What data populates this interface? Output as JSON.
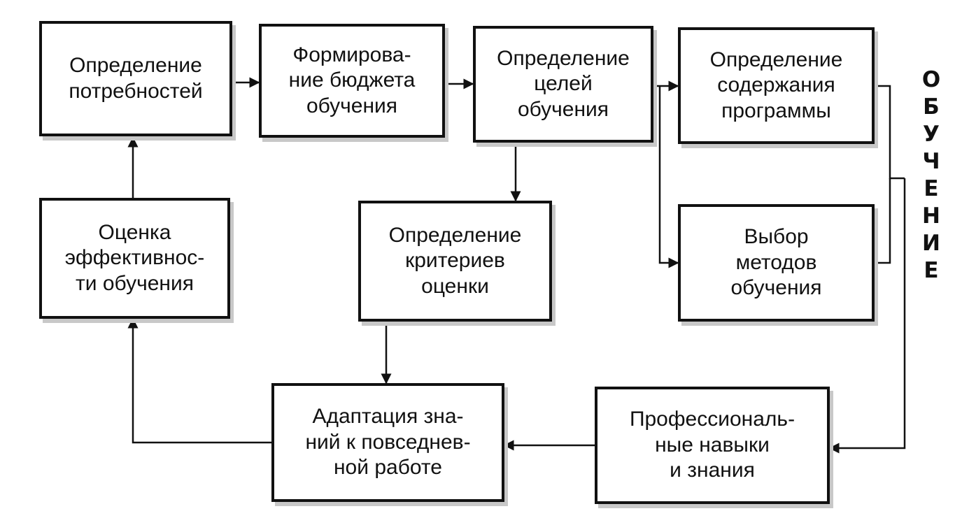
{
  "colors": {
    "border": "#111111",
    "shadow": "#c8c8c8",
    "background": "#ffffff"
  },
  "nodes": {
    "needs": "Определение\nпотребностей",
    "budget": "Формирова-\nние бюджета\nобучения",
    "goals": "Определение\nцелей\nобучения",
    "content": "Определение\nсодержания\nпрограммы",
    "methods": "Выбор\nметодов\nобучения",
    "criteria": "Определение\nкритериев\nоценки",
    "effectiveness": "Оценка\nэффективнос-\nти обучения",
    "adaptation": "Адаптация зна-\nний к повседнев-\nной работе",
    "skills": "Профессиональ-\nные навыки\nи знания"
  },
  "side_label": "ОБУЧЕНИЕ"
}
